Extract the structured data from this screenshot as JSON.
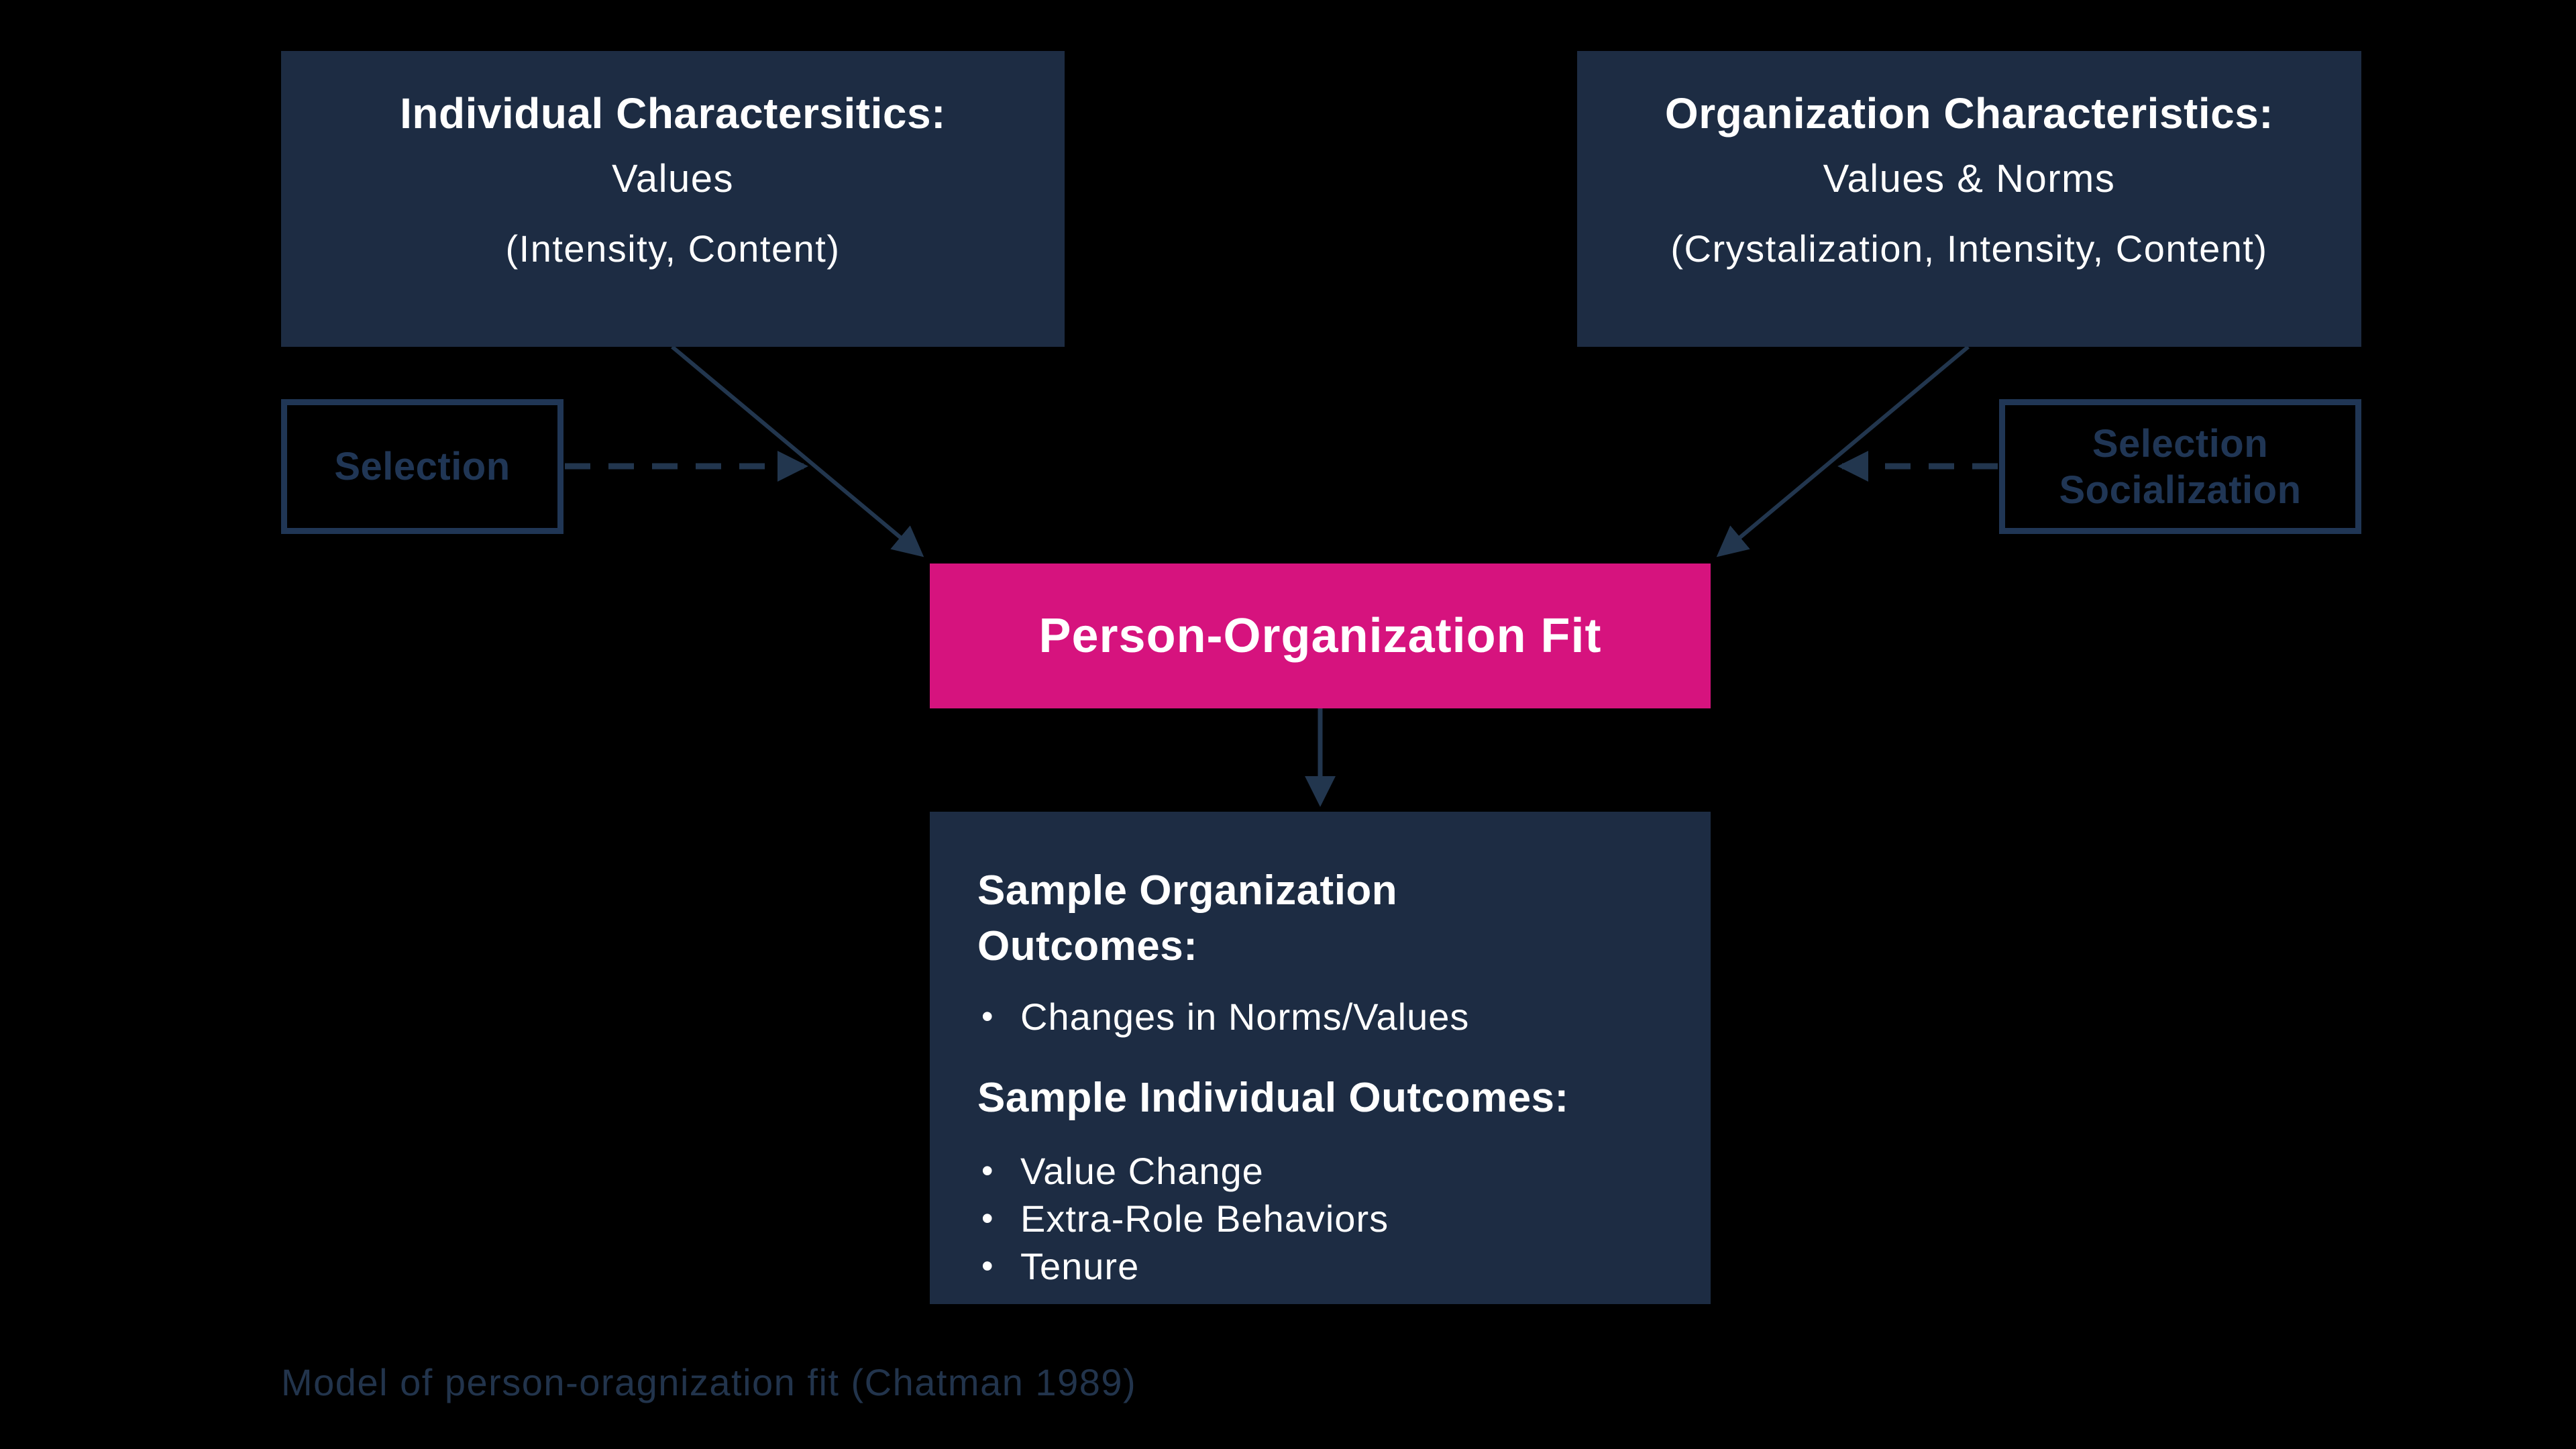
{
  "colors": {
    "background": "#000000",
    "box_fill": "#1d2c43",
    "outline": "#203655",
    "arrow": "#22364e",
    "accent_pink": "#d6137e",
    "text_white": "#ffffff",
    "caption_text": "#22344c"
  },
  "boxes": {
    "individual": {
      "title": "Individual Charactersitics:",
      "subtitle": "Values",
      "detail": "(Intensity, Content)"
    },
    "organization": {
      "title": "Organization Characteristics:",
      "subtitle": "Values & Norms",
      "detail": "(Crystalization, Intensity, Content)"
    },
    "selection": {
      "label": "Selection"
    },
    "selection_socialization": {
      "line1": "Selection",
      "line2": "Socialization"
    },
    "fit": {
      "label": "Person-Organization Fit"
    },
    "outcomes": {
      "organization_heading": "Sample Organization Outcomes:",
      "organization_items": [
        "Changes in Norms/Values"
      ],
      "individual_heading": "Sample Individual Outcomes:",
      "individual_items": [
        "Value Change",
        "Extra-Role Behaviors",
        "Tenure"
      ]
    }
  },
  "caption": "Model of person-oragnization fit (Chatman 1989)"
}
